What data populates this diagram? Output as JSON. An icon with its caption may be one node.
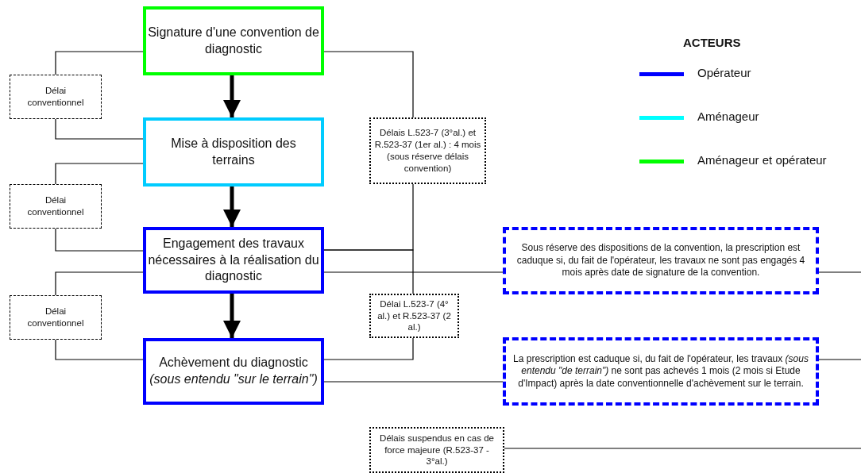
{
  "diagram": {
    "nodes": [
      {
        "text": [
          "Signature d'une convention de diagnostic"
        ]
      },
      {
        "text": [
          "Mise à disposition des terrains"
        ]
      },
      {
        "text": [
          "Engagement des travaux nécessaires à la réalisation du diagnostic"
        ]
      },
      {
        "text": [
          "Achèvement du diagnostic *(sous entendu \"sur le terrain\")*"
        ]
      },
      {
        "text": [
          "Délai conventionnel"
        ]
      },
      {
        "text": [
          "Délai conventionnel"
        ]
      },
      {
        "text": [
          "Délai conventionnel"
        ]
      },
      {
        "text": [
          "Délais L.523-7 (3°al.) et R.523-37 (1er al.) : 4 mois (sous réserve délais convention)"
        ]
      },
      {
        "text": [
          "Délai L.523-7 (4° al.) et R.523-37 (2 al.)"
        ]
      },
      {
        "text": [
          "Délais suspendus en cas de force majeure (R.523-37 - 3°al.)"
        ]
      },
      {
        "text": [
          "Sous réserve des dispositions de la convention, la prescription est caduque si, du fait de l'opérateur, les travaux ne sont pas engagés 4 mois après date de signature de la convention."
        ]
      },
      {
        "text": [
          "La prescription est caduque si, du fait de l'opérateur, les travaux *(sous entendu \"de terrain\")* ne sont pas achevés 1 mois (2 mois si Etude d'Impact) après la date conventionnelle d'achèvement sur le terrain."
        ]
      }
    ],
    "edges": [
      {
        "from": 0,
        "to": 1,
        "arrow": "to",
        "style": "thick"
      },
      {
        "from": 1,
        "to": 2,
        "arrow": "to",
        "style": "thick"
      },
      {
        "from": 2,
        "to": 3,
        "arrow": "to",
        "style": "thick"
      },
      {
        "from": 0,
        "to": 4,
        "arrow": "none"
      },
      {
        "from": 4,
        "to": 1,
        "arrow": "none"
      },
      {
        "from": 1,
        "to": 5,
        "arrow": "none"
      },
      {
        "from": 5,
        "to": 2,
        "arrow": "none"
      },
      {
        "from": 2,
        "to": 6,
        "arrow": "none"
      },
      {
        "from": 6,
        "to": 3,
        "arrow": "none"
      },
      {
        "from": 0,
        "to": 7,
        "arrow": "none"
      },
      {
        "from": 7,
        "to": 2,
        "arrow": "none"
      },
      {
        "from": 2,
        "to": 8,
        "arrow": "none"
      },
      {
        "from": 2,
        "to": 10,
        "arrow": "none"
      },
      {
        "from": 10,
        "to": null,
        "arrow": "none"
      },
      {
        "from": 8,
        "to": 3,
        "arrow": "none"
      },
      {
        "from": 3,
        "to": 11,
        "arrow": "none"
      },
      {
        "from": 11,
        "to": null,
        "arrow": "none"
      },
      {
        "from": 9,
        "to": null,
        "arrow": "none"
      }
    ],
    "labels": [
      "ACTEURS"
    ],
    "legend": [
      {
        "text": "Opérateur",
        "color": "#0000ff"
      },
      {
        "text": "Aménageur",
        "color": "#00ffff"
      },
      {
        "text": "Aménageur et opérateur",
        "color": "#00ff00"
      }
    ]
  }
}
